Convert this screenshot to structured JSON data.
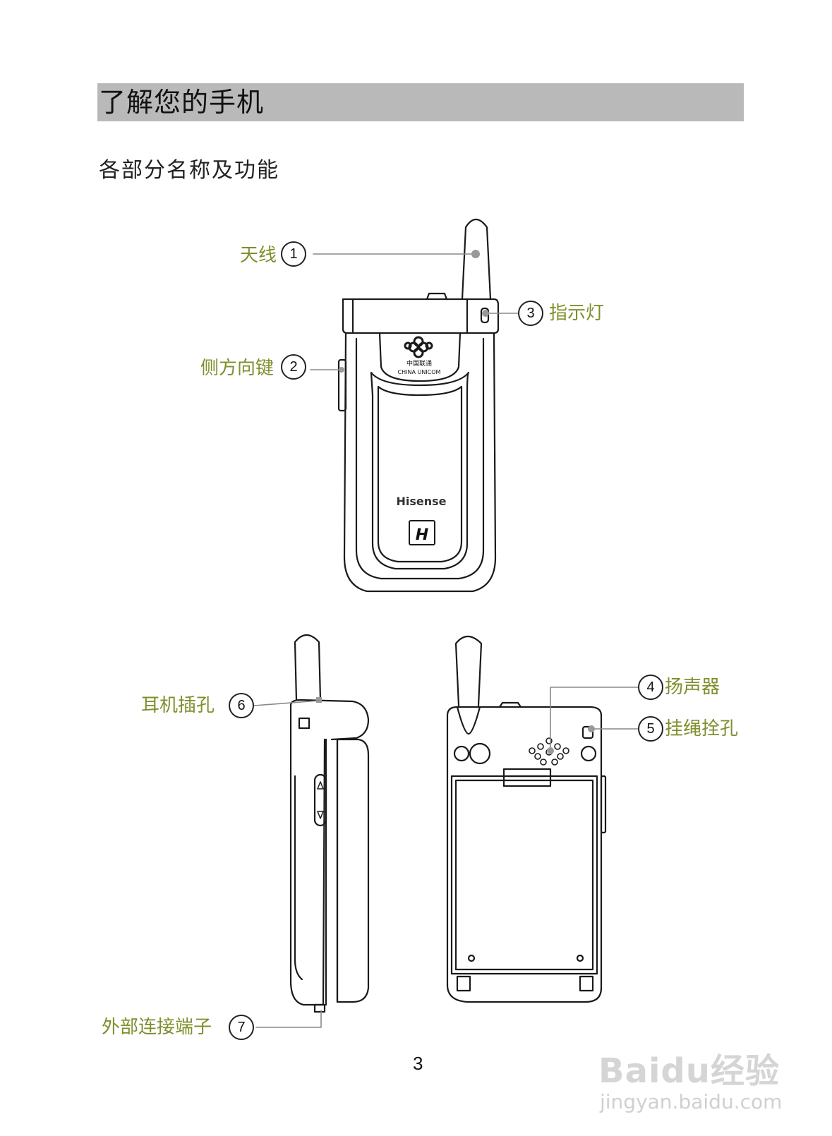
{
  "header": {
    "title": "了解您的手机"
  },
  "subtitle": "各部分名称及功能",
  "callouts": [
    {
      "number": "1",
      "label": "天线"
    },
    {
      "number": "2",
      "label": "侧方向键"
    },
    {
      "number": "3",
      "label": "指示灯"
    },
    {
      "number": "4",
      "label": "扬声器"
    },
    {
      "number": "5",
      "label": "挂绳拴孔"
    },
    {
      "number": "6",
      "label": "耳机插孔"
    },
    {
      "number": "7",
      "label": "外部连接端子"
    }
  ],
  "phone_front": {
    "operator_logo_text": "中国联通",
    "operator_logo_text_en": "CHINA UNICOM",
    "brand_text": "Hisense",
    "brand_badge": "H"
  },
  "page_number": "3",
  "watermark": {
    "main": "Baidu经验",
    "sub": "jingyan.baidu.com"
  },
  "colors": {
    "label_color": "#7f8f2c",
    "section_bar": "#b9b9b9"
  }
}
